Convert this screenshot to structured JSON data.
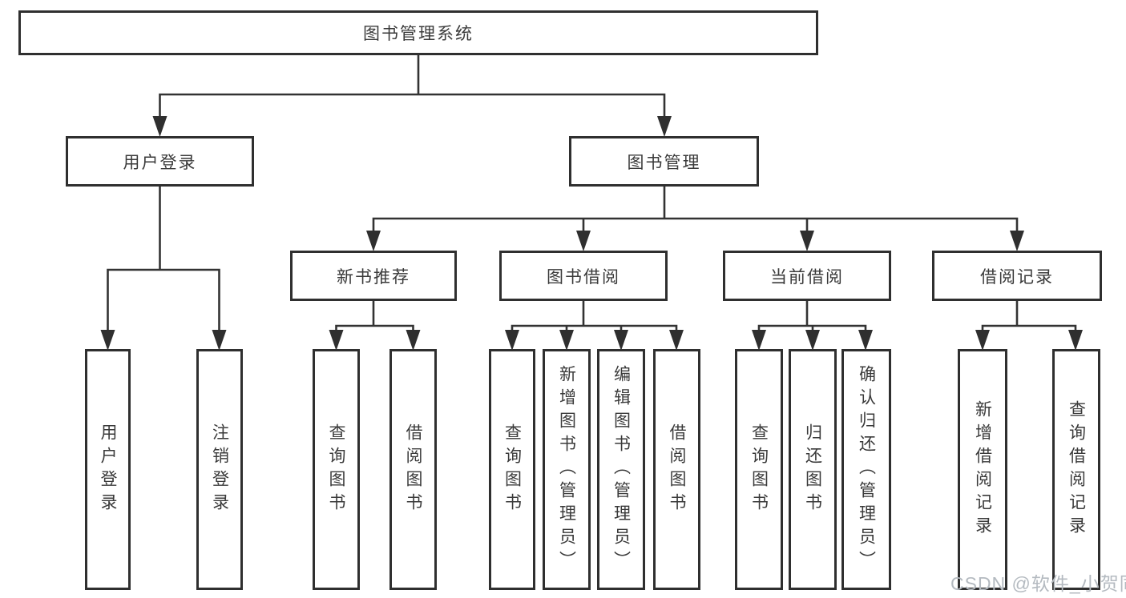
{
  "diagram": {
    "root": {
      "label": "图书管理系统"
    },
    "branches": [
      {
        "label": "用户登录",
        "children": [
          {
            "label": "用户登录"
          },
          {
            "label": "注销登录"
          }
        ]
      },
      {
        "label": "图书管理",
        "children": [
          {
            "label": "新书推荐",
            "children": [
              {
                "label": "查询图书"
              },
              {
                "label": "借阅图书"
              }
            ]
          },
          {
            "label": "图书借阅",
            "children": [
              {
                "label": "查询图书"
              },
              {
                "label": "新增图书（管理员）"
              },
              {
                "label": "编辑图书（管理员）"
              },
              {
                "label": "借阅图书"
              }
            ]
          },
          {
            "label": "当前借阅",
            "children": [
              {
                "label": "查询图书"
              },
              {
                "label": "归还图书"
              },
              {
                "label": "确认归还（管理员）"
              }
            ]
          },
          {
            "label": "借阅记录",
            "children": [
              {
                "label": "新增借阅记录"
              },
              {
                "label": "查询借阅记录"
              }
            ]
          }
        ]
      }
    ]
  },
  "watermark": {
    "text": "CSDN @软件_小贺同学"
  },
  "colors": {
    "line": "#333333",
    "box_border": "#2f2f2f",
    "text": "#3a3a3a",
    "watermark": "#b4bac0",
    "background": "#ffffff"
  }
}
